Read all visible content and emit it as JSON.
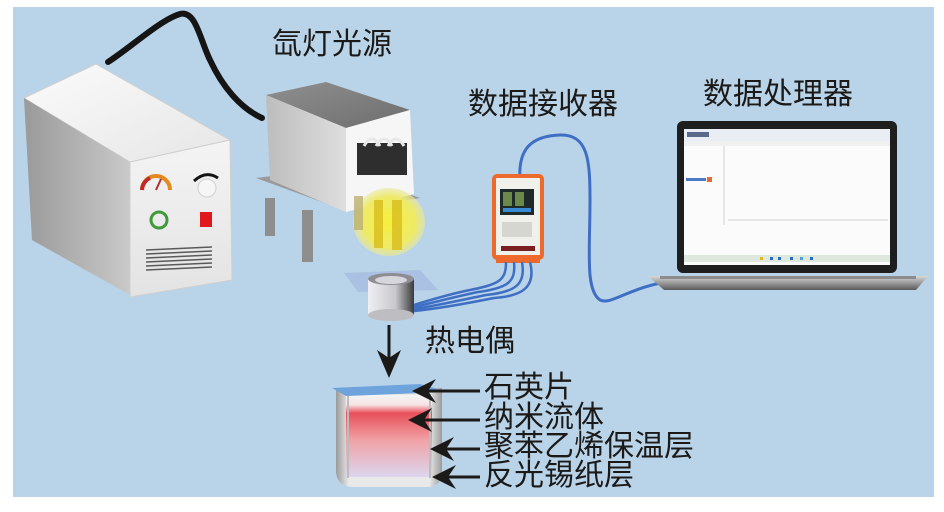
{
  "title": "氙灯光源 — 纳米流体光热转换实验装置示意图",
  "labels": {
    "light_source": "氙灯光源",
    "data_receiver": "数据接收器",
    "data_processor": "数据处理器",
    "thermocouple": "热电偶",
    "quartz_plate": "石英片",
    "nanofluid": "纳米流体",
    "polystyrene_insulation": "聚苯乙烯保温层",
    "reflective_foil": "反光锡纸层"
  },
  "colors": {
    "background": "#b9d3e8",
    "cable_blue": "#3f6fc4",
    "cable_black": "#151515",
    "light_glow": "#f2ee4a",
    "nanofluid_top": "#e8505a",
    "nanofluid_bottom": "#d9d3ea",
    "logger_orange": "#ee6a2c",
    "quartz": "#6fa3dc"
  }
}
